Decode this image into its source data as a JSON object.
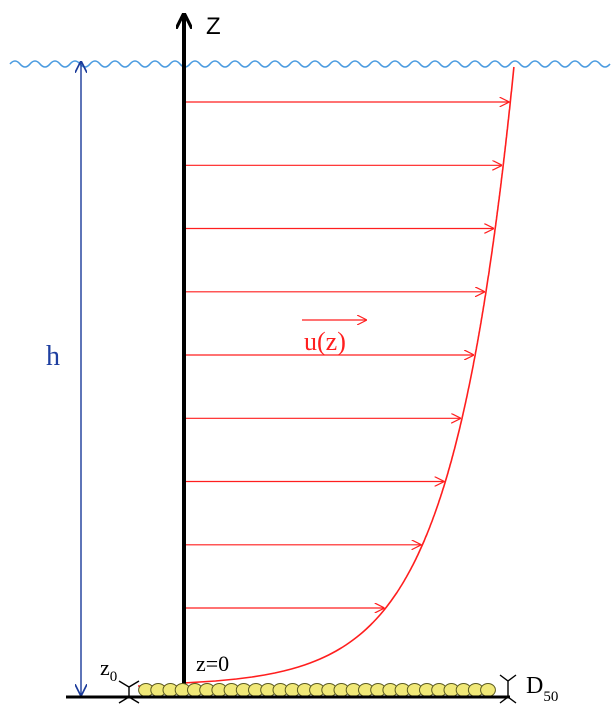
{
  "labels": {
    "z_axis": "Z",
    "depth": "h",
    "velocity_u": "u",
    "velocity_arg": "(z)",
    "roughness_main": "z",
    "roughness_sub": "0",
    "origin": "z=0",
    "grain_main": "D",
    "grain_sub": "50"
  },
  "colors": {
    "axis": "#000000",
    "water_surface": "#4a9be0",
    "depth_arrow": "#1a3a9a",
    "depth_label": "#1e3fa0",
    "velocity": "#ff1e1e",
    "sediment_fill": "#f0e878",
    "sediment_stroke": "#5a5a20"
  },
  "velocity_profile": {
    "type": "logarithmic",
    "arrow_count": 9
  },
  "sediment": {
    "grain_count": 29
  }
}
